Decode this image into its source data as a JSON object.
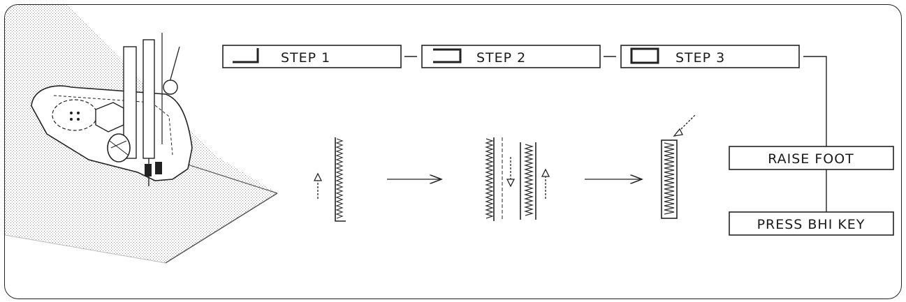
{
  "steps": [
    {
      "label": "STEP 1",
      "icon": "bracket-left-icon"
    },
    {
      "label": "STEP 2",
      "icon": "bracket-open-icon"
    },
    {
      "label": "STEP 3",
      "icon": "rectangle-icon"
    }
  ],
  "actions": {
    "raise_foot": "RAISE FOOT",
    "press_key": "PRESS BHI KEY"
  }
}
